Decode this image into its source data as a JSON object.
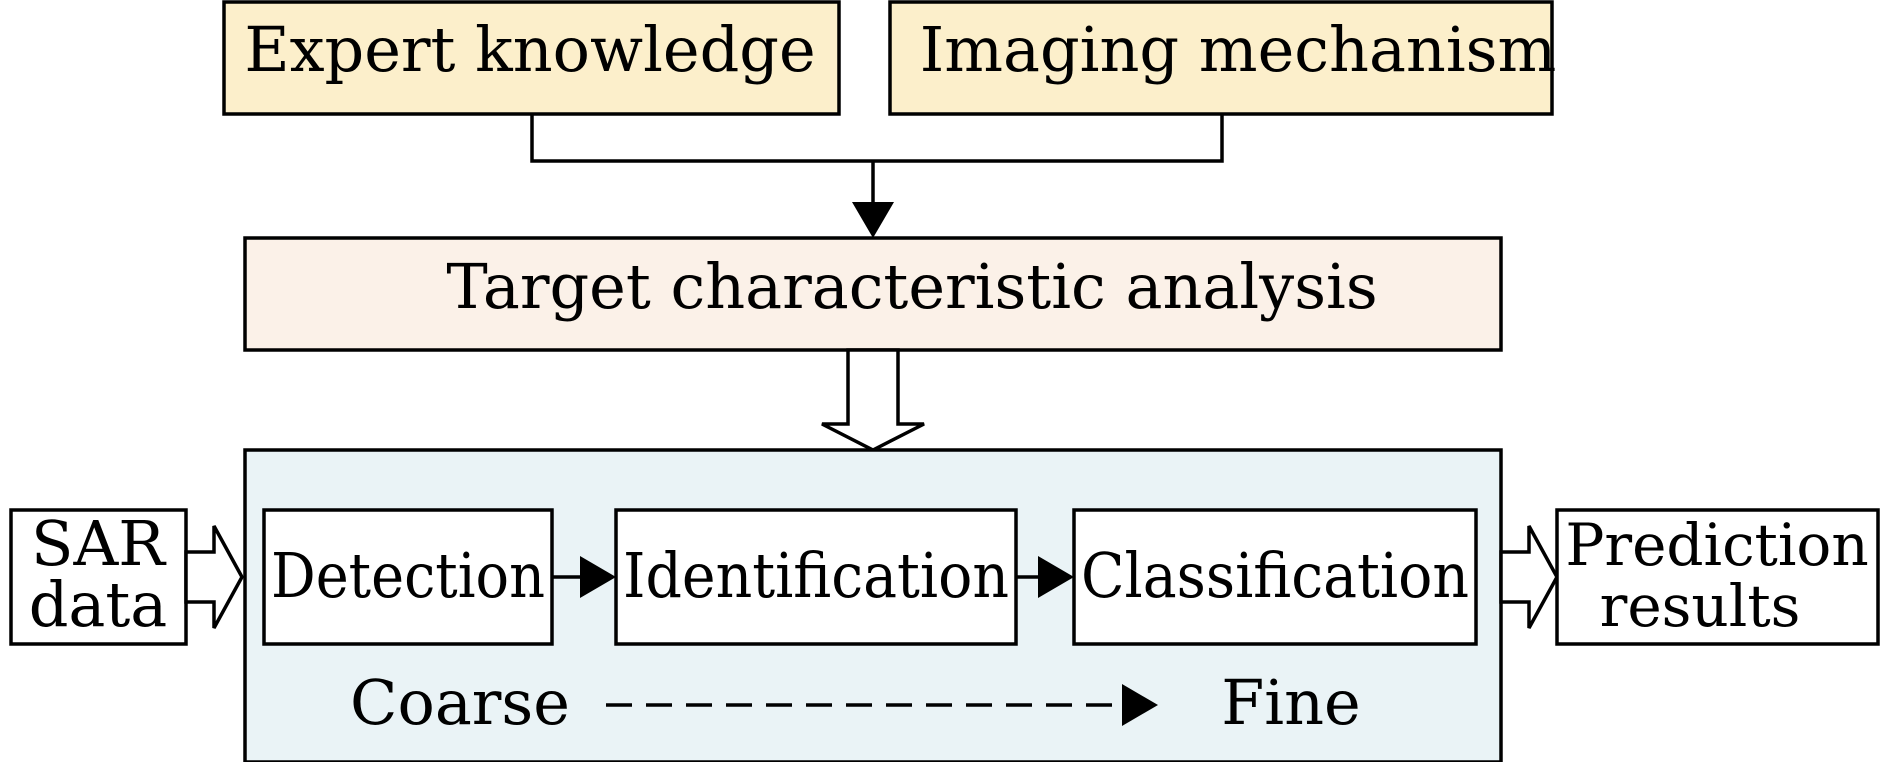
{
  "inputs": {
    "expert_knowledge": "Expert knowledge",
    "imaging_mechanism": "Imaging mechanism"
  },
  "analysis": {
    "label": "Target characteristic analysis"
  },
  "sar_data": {
    "line1": "SAR",
    "line2": "data"
  },
  "pipeline": {
    "stages": [
      "Detection",
      "Identification",
      "Classification"
    ],
    "coarse_label": "Coarse",
    "fine_label": "Fine"
  },
  "output": {
    "line1": "Prediction",
    "line2": "results"
  },
  "colors": {
    "knowledge_fill": "#FCEFCB",
    "analysis_fill": "#FBF1E8",
    "pipeline_fill": "#EAF3F6",
    "stroke": "#000000",
    "box_fill": "#FFFFFF"
  }
}
